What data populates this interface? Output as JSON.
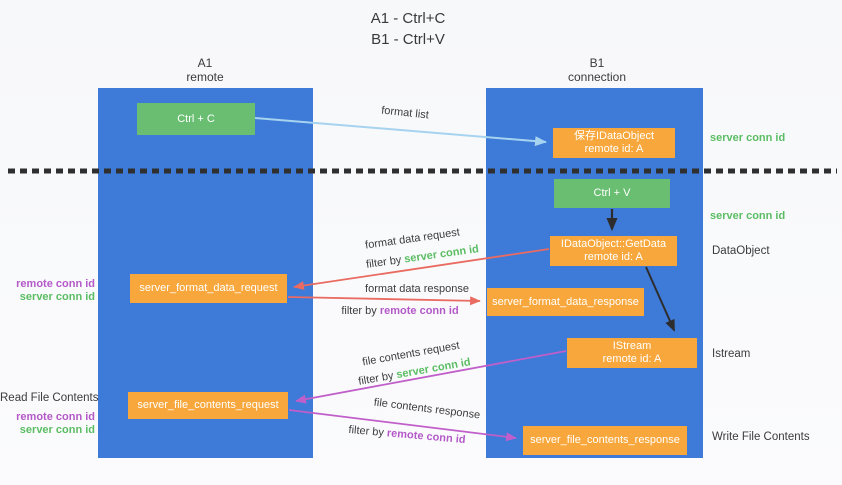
{
  "title": {
    "line1": "A1 - Ctrl+C",
    "line2": "B1 - Ctrl+V"
  },
  "lanes": {
    "left": {
      "name": "A1",
      "role": "remote"
    },
    "right": {
      "name": "B1",
      "role": "connection"
    }
  },
  "nodes": {
    "ctrl_c": {
      "label": "Ctrl + C"
    },
    "save_dataobject": {
      "line1": "保存IDataObject",
      "line2": "remote id: A"
    },
    "ctrl_v": {
      "label": "Ctrl + V"
    },
    "getdata": {
      "line1": "IDataObject::GetData",
      "line2": "remote id: A"
    },
    "format_request": {
      "label": "server_format_data_request"
    },
    "format_response": {
      "label": "server_format_data_response"
    },
    "istream": {
      "line1": "IStream",
      "line2": "remote id: A"
    },
    "file_request": {
      "label": "server_file_contents_request"
    },
    "file_response": {
      "label": "server_file_contents_response"
    }
  },
  "edge_labels": {
    "format_list": "format list",
    "format_data_request": "format data request",
    "format_data_response": "format data response",
    "file_contents_request": "file contents request",
    "file_contents_response": "file contents response",
    "filter_by": "filter by"
  },
  "shared": {
    "server_conn_id": "server conn id",
    "remote_conn_id": "remote conn id"
  },
  "side_labels": {
    "dataobject": "DataObject",
    "istream": "Istream",
    "read_file_contents": "Read File Contents",
    "write_file_contents": "Write File Contents"
  },
  "colors": {
    "lane_blue": "#3e7ad8",
    "node_green": "#69be71",
    "node_orange": "#f7a73b",
    "arrow_red": "#e96b61",
    "arrow_magenta": "#c05fc9",
    "arrow_lightblue": "#a6d3ef",
    "arrow_black": "#2d2d2d",
    "text_green": "#5bbd63",
    "text_purple": "#b459c8"
  }
}
